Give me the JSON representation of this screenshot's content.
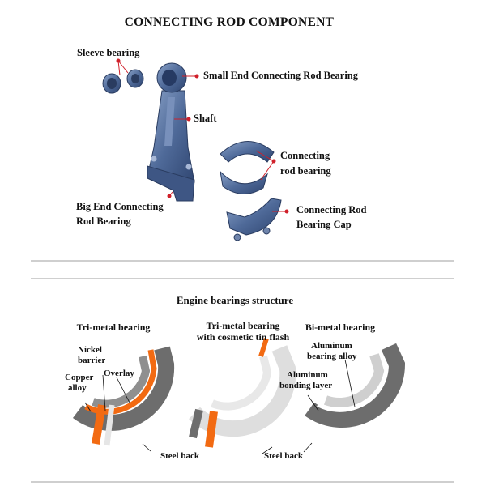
{
  "top": {
    "title": "CONNECTING ROD COMPONENT",
    "labels": {
      "sleeve_bearing": "Sleeve bearing",
      "small_end": "Small End Connecting Rod Bearing",
      "shaft": "Shaft",
      "conn_rod_bearing_1": "Connecting",
      "conn_rod_bearing_2": "rod bearing",
      "big_end_1": "Big End Connecting",
      "big_end_2": "Rod Bearing",
      "cap_1": "Connecting Rod",
      "cap_2": "Bearing Cap"
    }
  },
  "bottom": {
    "title": "Engine bearings structure",
    "tri_metal": {
      "title": "Tri-metal bearing",
      "nickel_1": "Nickel",
      "nickel_2": "barrier",
      "copper_1": "Copper",
      "copper_2": "alloy",
      "overlay": "Overlay",
      "steel_back": "Steel back"
    },
    "tin_flash": {
      "title_1": "Tri-metal bearing",
      "title_2": "with cosmetic tin flash",
      "steel_back": "Steel back"
    },
    "bi_metal": {
      "title": "Bi-metal bearing",
      "alloy_1": "Aluminum",
      "alloy_2": "bearing alloy",
      "bonding_1": "Aluminum",
      "bonding_2": "bonding layer"
    }
  },
  "colors": {
    "rod_blue": "#4f6a99",
    "leader_red": "#d0202a",
    "copper_orange": "#f26a12",
    "steel_gray": "#6d6d6d",
    "light_gray": "#d8d8d8"
  }
}
